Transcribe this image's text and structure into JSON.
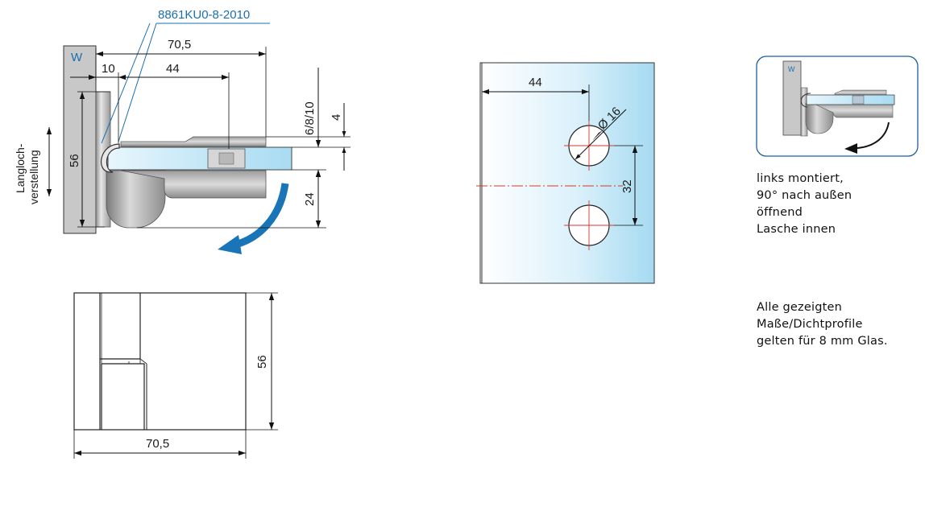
{
  "top_view": {
    "part_number": "8861KU0-8-2010",
    "wall_label": "W",
    "dim_total": "70,5",
    "dim_offset": "10",
    "dim_hole": "44",
    "dim_glass": "6/8/10",
    "dim_gap": "4",
    "dim_height": "56",
    "dim_lower": "24",
    "slot_label_1": "Langloch-",
    "slot_label_2": "verstellung"
  },
  "front_view": {
    "dim_height": "56",
    "dim_width": "70,5"
  },
  "glass_view": {
    "dim_edge": "44",
    "dim_diameter": "Ø 16",
    "dim_spacing": "32"
  },
  "mounting_icon": {
    "wall_label": "W"
  },
  "notes": {
    "mounting": [
      "links montiert,",
      "90° nach außen",
      "öffnend",
      "Lasche innen"
    ],
    "dimensions": [
      "Alle gezeigten",
      "Maße/Dichtprofile",
      "gelten für 8 mm Glas."
    ]
  },
  "colors": {
    "glass": "#a9dcf2",
    "metal": "#b4b4b4",
    "arrow": "#1a75b8",
    "centerline": "#d8372a"
  }
}
